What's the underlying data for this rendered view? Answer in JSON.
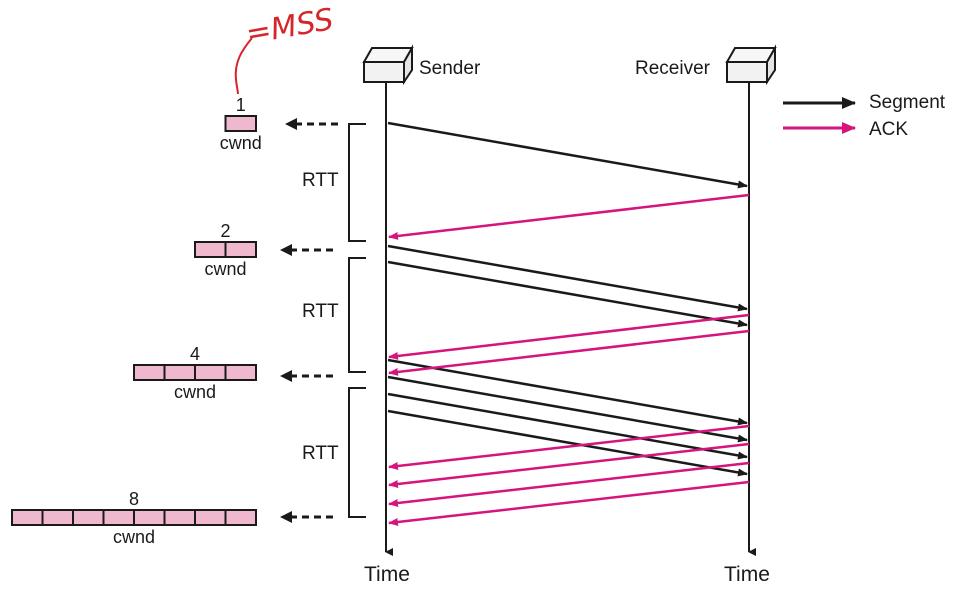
{
  "annotation": {
    "handwritten_text": "=MSS"
  },
  "sender": {
    "label": "Sender",
    "time_label": "Time"
  },
  "receiver": {
    "label": "Receiver",
    "time_label": "Time"
  },
  "legend": {
    "segment_label": "Segment",
    "ack_label": "ACK"
  },
  "rtt_label": "RTT",
  "cwnd_label": "cwnd",
  "cwnd_steps": [
    {
      "value": "1",
      "segments": 1
    },
    {
      "value": "2",
      "segments": 2
    },
    {
      "value": "4",
      "segments": 4
    },
    {
      "value": "8",
      "segments": 8
    }
  ],
  "colors": {
    "segment": "#1a1a1a",
    "ack": "#d6147d",
    "cwnd_fill": "#f0b8cf",
    "annotation": "#d4262b",
    "host_fill": "#f2f2f2"
  }
}
